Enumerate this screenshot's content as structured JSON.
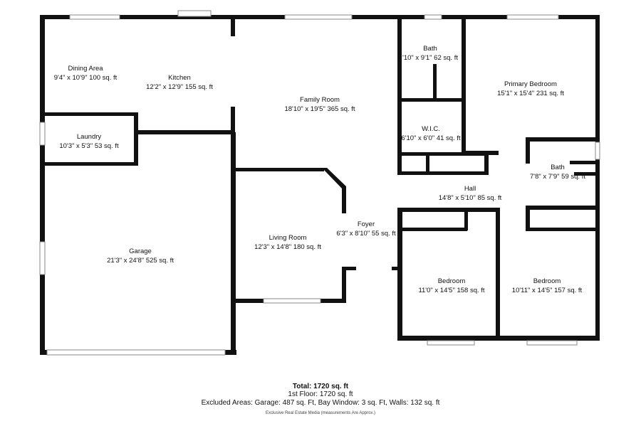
{
  "rooms": {
    "dining": {
      "name": "Dining Area",
      "dims": "9'4\" x 10'9\" 100 sq. ft"
    },
    "kitchen": {
      "name": "Kitchen",
      "dims": "12'2\" x 12'9\" 155 sq. ft"
    },
    "family": {
      "name": "Family Room",
      "dims": "18'10\" x 19'5\" 365 sq. ft"
    },
    "bath1": {
      "name": "Bath",
      "dims": "'10\" x 9'1\" 62 sq. ft"
    },
    "primary": {
      "name": "Primary Bedroom",
      "dims": "15'1\" x 15'4\" 231 sq. ft"
    },
    "laundry": {
      "name": "Laundry",
      "dims": "10'3\" x 5'3\" 53 sq. ft"
    },
    "wic": {
      "name": "W.I.C.",
      "dims": "6'10\" x 6'0\" 41 sq. ft"
    },
    "bath2": {
      "name": "Bath",
      "dims": "7'8\" x 7'9\" 59 sq. ft"
    },
    "hall": {
      "name": "Hall",
      "dims": "14'8\" x 5'10\" 85 sq. ft"
    },
    "foyer": {
      "name": "Foyer",
      "dims": "6'3\" x 8'10\" 55 sq. ft"
    },
    "living": {
      "name": "Living Room",
      "dims": "12'3\" x 14'8\" 180 sq. ft"
    },
    "garage": {
      "name": "Garage",
      "dims": "21'3\" x 24'8\" 525 sq. ft"
    },
    "bedroom1": {
      "name": "Bedroom",
      "dims": "11'0\" x 14'5\" 158 sq. ft"
    },
    "bedroom2": {
      "name": "Bedroom",
      "dims": "10'11\" x 14'5\" 157 sq. ft"
    }
  },
  "footer": {
    "total": "Total: 1720 sq. ft",
    "floor": "1st Floor: 1720 sq. ft",
    "excluded": "Excluded Areas: Garage: 487 sq. Ft, Bay Window: 3 sq. Ft, Walls: 132 sq. ft",
    "credit": "Exclusive Real Estate Media (measurements Are Approx.)"
  },
  "colors": {
    "wall": "#111111",
    "background": "#ffffff"
  }
}
